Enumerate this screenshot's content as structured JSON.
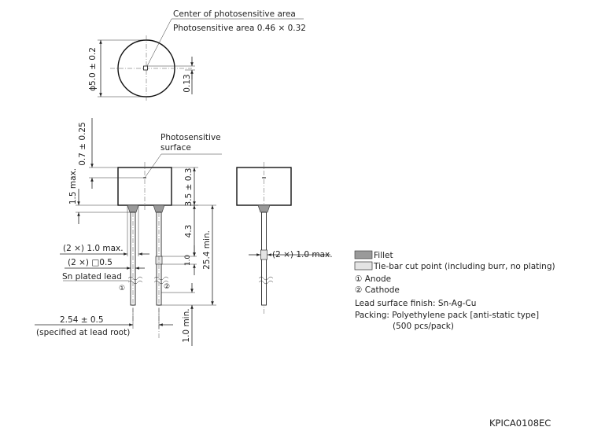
{
  "top_view": {
    "center_label": "Center of photosensitive area",
    "area_label": "Photosensitive area 0.46 × 0.32",
    "diameter": "ϕ5.0 ± 0.2",
    "offset": "0.13"
  },
  "front_view": {
    "surface_label_1": "Photosensitive",
    "surface_label_2": "surface",
    "dim_top_gap": "0.7 ± 0.25",
    "dim_max_15": "1.5 max.",
    "dim_body_height": "3.5 ± 0.3",
    "dim_43": "4.3",
    "dim_10": "1.0",
    "dim_lead_len": "25.4 min.",
    "dim_fillet_width": "(2 ×) 1.0 max.",
    "dim_lead_square": "(2 ×) □0.5",
    "lead_label": "Sn plated lead",
    "pin1": "①",
    "pin2": "②",
    "dim_pitch": "2.54 ± 0.5",
    "dim_pitch_note": "(specified at lead root)",
    "dim_end": "1.0 min."
  },
  "side_view": {
    "dim_fillet_width": "(2 ×) 1.0 max."
  },
  "legend": {
    "fillet": "Fillet",
    "tiebar": "Tie-bar cut point (including burr, no plating)",
    "anode": "① Anode",
    "cathode": "② Cathode",
    "finish": "Lead surface finish: Sn-Ag-Cu",
    "packing": "Packing: Polyethylene pack [anti-static type]",
    "packing_qty": "(500 pcs/pack)"
  },
  "code": "KPICA0108EC",
  "colors": {
    "line": "#222222",
    "fillet": "#9a9a9a",
    "tiebar": "#e4e4e4"
  }
}
